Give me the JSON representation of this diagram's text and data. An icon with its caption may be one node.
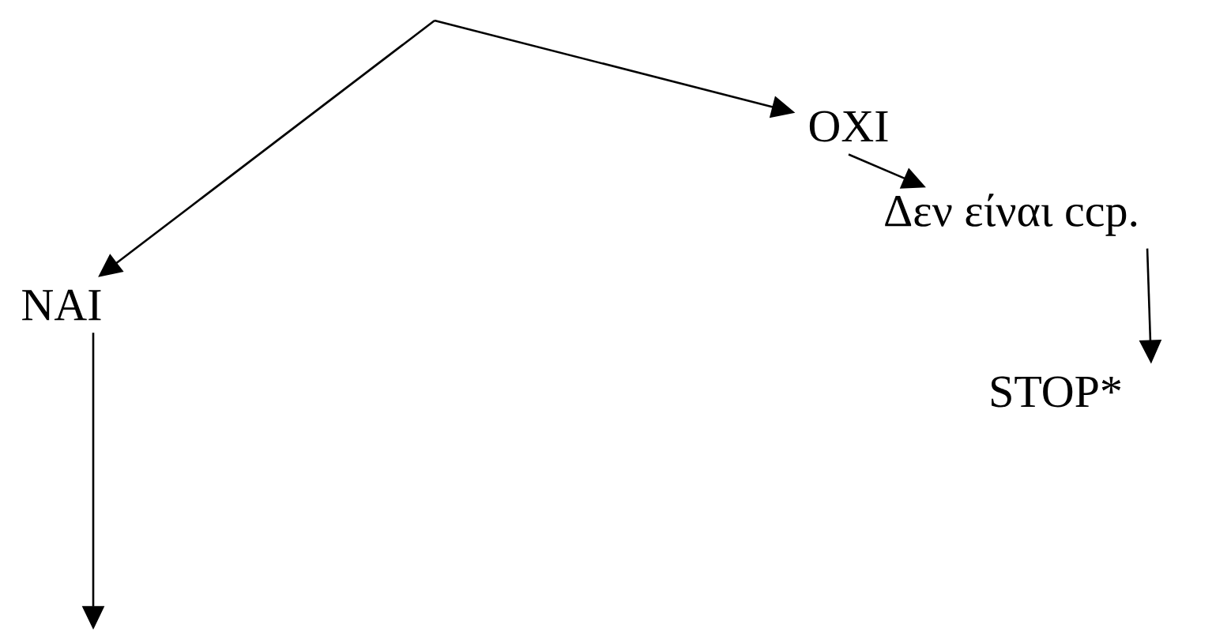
{
  "diagram": {
    "nodes": [
      {
        "text": [
          "NAI"
        ]
      },
      {
        "text": [
          "OXI"
        ]
      },
      {
        "text": [
          "Δεν είναι ccp."
        ]
      },
      {
        "text": [
          "STOP*"
        ]
      }
    ],
    "edges": [
      {
        "from": null,
        "to": 0,
        "arrow": "to"
      },
      {
        "from": null,
        "to": 1,
        "arrow": "to"
      },
      {
        "from": 1,
        "to": 2,
        "arrow": "to"
      },
      {
        "from": 2,
        "to": 3,
        "arrow": "to"
      },
      {
        "from": 0,
        "to": null,
        "arrow": "to"
      }
    ]
  }
}
